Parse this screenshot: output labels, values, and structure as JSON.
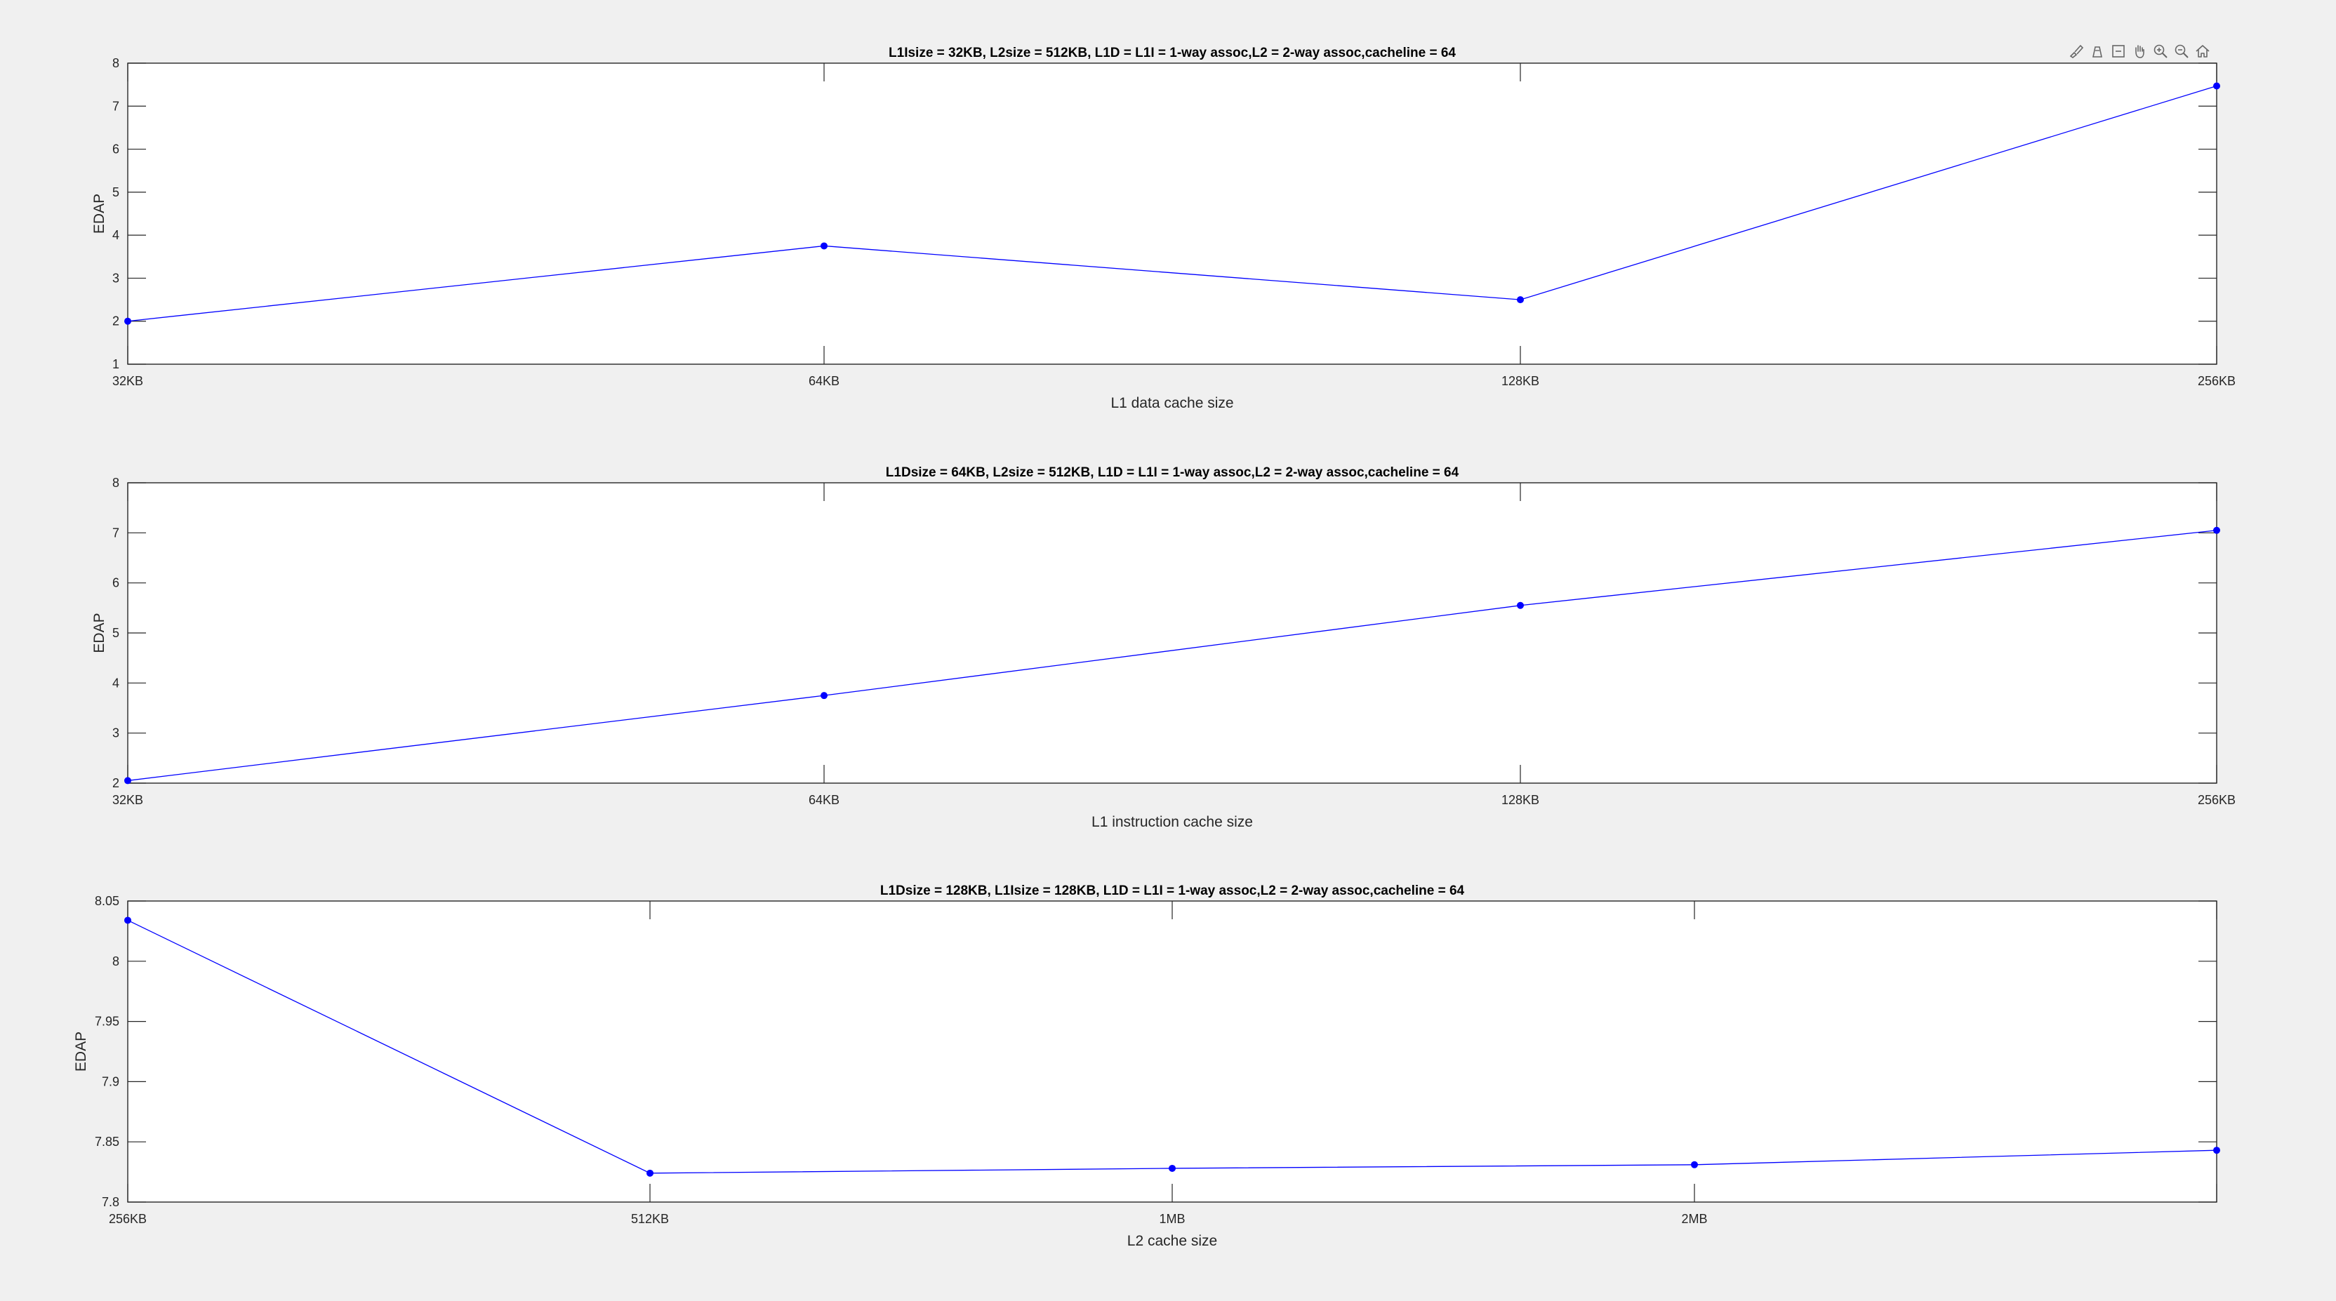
{
  "colors": {
    "figure_bg": "#f0f0f0",
    "axes_bg": "#ffffff",
    "axis_line": "#262626",
    "series": "#0000ff"
  },
  "toolbar": {
    "icons": [
      "brush-icon",
      "data-tips-icon",
      "restore-view-icon",
      "pan-icon",
      "zoom-in-icon",
      "zoom-out-icon",
      "home-icon"
    ]
  },
  "chart_data": [
    {
      "type": "line",
      "title": "L1Isize = 32KB, L2size = 512KB, L1D = L1I = 1-way assoc,L2 = 2-way assoc,cacheline = 64",
      "xlabel": "L1 data cache size",
      "ylabel": "EDAP",
      "x": [
        1,
        2,
        3,
        4
      ],
      "xlim": [
        1,
        4
      ],
      "xticklabels": [
        "32KB",
        "64KB",
        "128KB",
        "256KB"
      ],
      "ylim": [
        1,
        8
      ],
      "yticks": [
        1,
        2,
        3,
        4,
        5,
        6,
        7,
        8
      ],
      "yticklabels": [
        "1",
        "2",
        "3",
        "4",
        "5",
        "6",
        "7",
        "8"
      ],
      "marker": "dot",
      "series": [
        {
          "values": [
            2.0,
            3.75,
            2.5,
            7.47
          ]
        }
      ]
    },
    {
      "type": "line",
      "title": "L1Dsize = 64KB, L2size = 512KB, L1D = L1I = 1-way assoc,L2 = 2-way assoc,cacheline = 64",
      "xlabel": "L1 instruction cache size",
      "ylabel": "EDAP",
      "x": [
        1,
        2,
        3,
        4
      ],
      "xlim": [
        1,
        4
      ],
      "xticklabels": [
        "32KB",
        "64KB",
        "128KB",
        "256KB"
      ],
      "ylim": [
        2,
        8
      ],
      "yticks": [
        2,
        3,
        4,
        5,
        6,
        7,
        8
      ],
      "yticklabels": [
        "2",
        "3",
        "4",
        "5",
        "6",
        "7",
        "8"
      ],
      "marker": "dot",
      "series": [
        {
          "values": [
            2.05,
            3.75,
            5.55,
            7.05
          ]
        }
      ]
    },
    {
      "type": "line",
      "title": "L1Dsize = 128KB, L1Isize = 128KB, L1D = L1I = 1-way assoc,L2 = 2-way assoc,cacheline = 64",
      "xlabel": "L2 cache size",
      "ylabel": "EDAP",
      "x": [
        1,
        2,
        3,
        4,
        5
      ],
      "xlim": [
        1,
        5
      ],
      "xticklabels": [
        "256KB",
        "512KB",
        "1MB",
        "2MB",
        ""
      ],
      "ylim": [
        7.8,
        8.05
      ],
      "yticks": [
        7.8,
        7.85,
        7.9,
        7.95,
        8.0,
        8.05
      ],
      "yticklabels": [
        "7.8",
        "7.85",
        "7.9",
        "7.95",
        "8",
        "8.05"
      ],
      "marker": "dot",
      "series": [
        {
          "values": [
            8.034,
            7.824,
            7.828,
            7.831,
            7.843
          ]
        }
      ]
    }
  ]
}
